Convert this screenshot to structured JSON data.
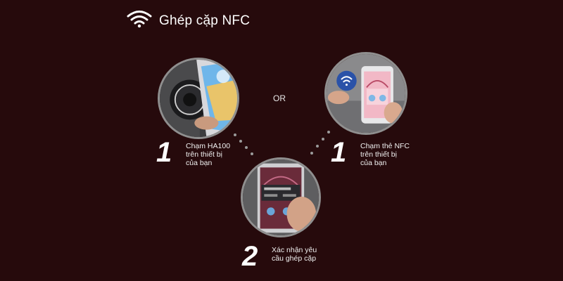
{
  "header": {
    "icon": "wifi-icon",
    "title": "Ghép cặp NFC"
  },
  "separator": "OR",
  "steps": [
    {
      "number": "1",
      "lines": [
        "Chạm HA100",
        "trên thiết bị",
        "của bạn"
      ]
    },
    {
      "number": "1",
      "lines": [
        "Chạm thẻ NFC",
        "trên thiết bị",
        "của bạn"
      ]
    },
    {
      "number": "2",
      "lines": [
        "Xác nhận yêu",
        "cầu ghép cặp"
      ]
    }
  ],
  "photos": [
    "phone-touch-device-photo",
    "phone-nfc-tag-photo",
    "pairing-confirm-photo"
  ],
  "colors": {
    "background": "#260a0c",
    "text": "#ffffff",
    "ring": "#8f8f8f",
    "dots": "#9b9b9b"
  }
}
